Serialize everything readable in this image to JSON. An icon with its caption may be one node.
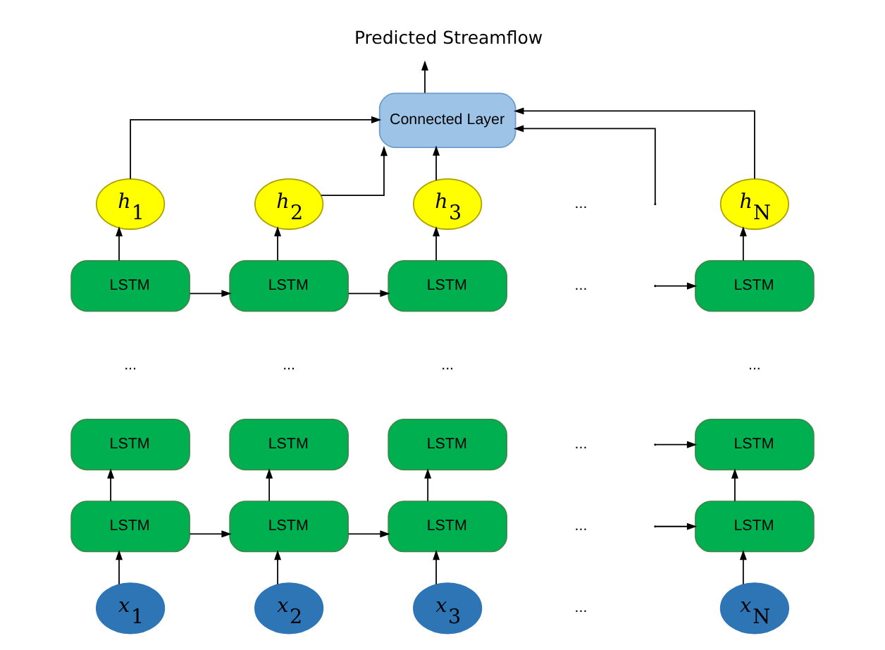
{
  "diagram": {
    "nodes": [
      {
        "text": [
          "Predicted Streamflow"
        ]
      },
      {
        "text": [
          "Connected Layer"
        ]
      },
      {
        "text": [
          "*h*$_{1}$"
        ]
      },
      {
        "text": [
          "*h*$_{2}$"
        ]
      },
      {
        "text": [
          "*h*$_{3}$"
        ]
      },
      {
        "text": [
          "*h*$_{N}$"
        ]
      },
      {
        "text": [
          "LSTM"
        ]
      },
      {
        "text": [
          "LSTM"
        ]
      },
      {
        "text": [
          "LSTM"
        ]
      },
      {
        "text": [
          "LSTM"
        ]
      },
      {
        "text": [
          "LSTM"
        ]
      },
      {
        "text": [
          "LSTM"
        ]
      },
      {
        "text": [
          "LSTM"
        ]
      },
      {
        "text": [
          "LSTM"
        ]
      },
      {
        "text": [
          "LSTM"
        ]
      },
      {
        "text": [
          "LSTM"
        ]
      },
      {
        "text": [
          "LSTM"
        ]
      },
      {
        "text": [
          "LSTM"
        ]
      },
      {
        "text": [
          "*x*$_{1}$"
        ]
      },
      {
        "text": [
          "*x*$_{2}$"
        ]
      },
      {
        "text": [
          "*x*$_{3}$"
        ]
      },
      {
        "text": [
          "*x*$_{N}$"
        ]
      }
    ],
    "edges": [
      {
        "from": 1,
        "to": 0,
        "arrow": "to"
      },
      {
        "from": 2,
        "to": 1,
        "arrow": "to"
      },
      {
        "from": 3,
        "to": 1,
        "arrow": "to"
      },
      {
        "from": 4,
        "to": 1,
        "arrow": "to"
      },
      {
        "from": null,
        "to": 1,
        "arrow": "to"
      },
      {
        "from": 5,
        "to": 1,
        "arrow": "to"
      },
      {
        "from": 6,
        "to": 2,
        "arrow": "to"
      },
      {
        "from": 7,
        "to": 3,
        "arrow": "to"
      },
      {
        "from": 8,
        "to": 4,
        "arrow": "to"
      },
      {
        "from": 9,
        "to": 5,
        "arrow": "to"
      },
      {
        "from": 6,
        "to": 7,
        "arrow": "to"
      },
      {
        "from": 7,
        "to": 8,
        "arrow": "to"
      },
      {
        "from": null,
        "to": 9,
        "arrow": "to"
      },
      {
        "from": null,
        "to": 13,
        "arrow": "to"
      },
      {
        "from": 14,
        "to": 10,
        "arrow": "to"
      },
      {
        "from": 15,
        "to": 11,
        "arrow": "to"
      },
      {
        "from": 16,
        "to": 12,
        "arrow": "to"
      },
      {
        "from": 17,
        "to": 13,
        "arrow": "to"
      },
      {
        "from": 14,
        "to": 15,
        "arrow": "to"
      },
      {
        "from": 15,
        "to": 16,
        "arrow": "to"
      },
      {
        "from": null,
        "to": 17,
        "arrow": "to"
      },
      {
        "from": 18,
        "to": 14,
        "arrow": "to"
      },
      {
        "from": 19,
        "to": 15,
        "arrow": "to"
      },
      {
        "from": 20,
        "to": 16,
        "arrow": "to"
      },
      {
        "from": 21,
        "to": 17,
        "arrow": "to"
      }
    ],
    "labels": [
      "...",
      "...",
      "...",
      "...",
      "...",
      "...",
      "...",
      "...",
      "..."
    ]
  }
}
